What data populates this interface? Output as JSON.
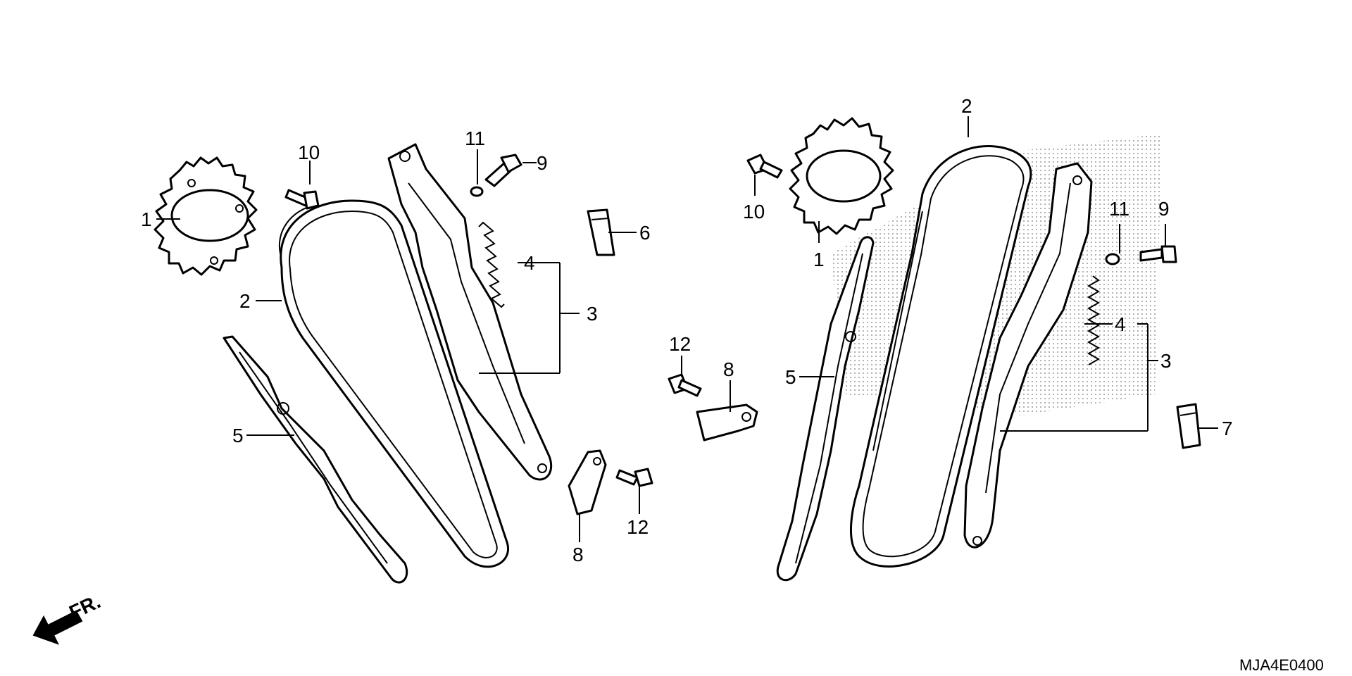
{
  "diagram_code": "MJA4E0400",
  "front_indicator": "FR.",
  "callouts_left": {
    "sprocket": "1",
    "chain": "2",
    "tensioner_assy": "3",
    "spring": "4",
    "guide": "5",
    "slipper": "6",
    "plate_a": "8",
    "plate_b": "8",
    "bolt_9": "9",
    "bolt_10": "10",
    "washer": "11",
    "bolt_12a": "12",
    "bolt_12b": "12"
  },
  "callouts_right": {
    "sprocket": "1",
    "chain": "2",
    "tensioner_assy": "3",
    "spring": "4",
    "guide": "5",
    "slipper": "7",
    "bolt_9": "9",
    "bolt_10": "10",
    "washer": "11"
  },
  "icons": {
    "sprocket": "sprocket-icon",
    "chain": "cam-chain-icon",
    "bolt": "flange-bolt-icon",
    "arrow": "front-arrow-icon"
  },
  "colors": {
    "line": "#000000",
    "background": "#ffffff",
    "shade": "#cccccc"
  }
}
